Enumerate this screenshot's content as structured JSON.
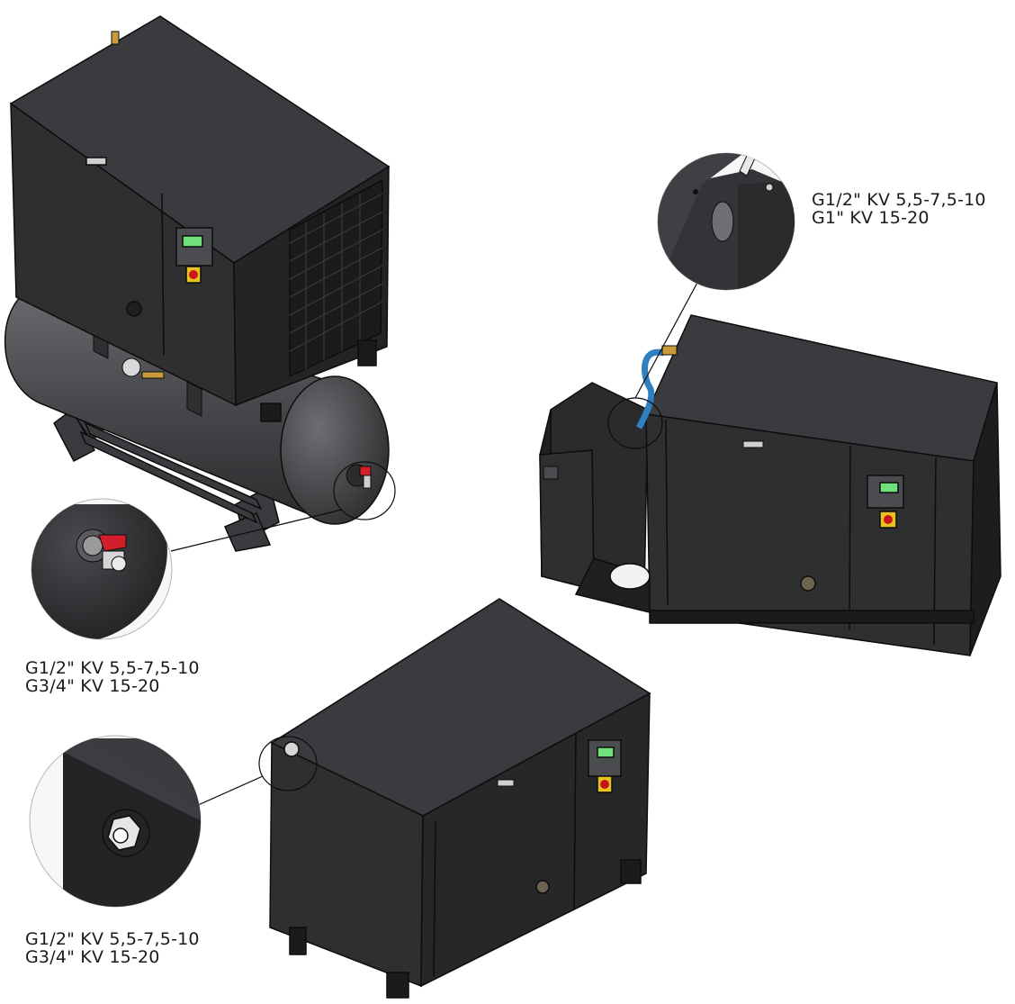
{
  "callouts": {
    "tank_mounted": {
      "line1": "G1/2\" KV 5,5-7,5-10",
      "line2": "G3/4\" KV 15-20"
    },
    "with_dryer": {
      "line1": "G1/2\" KV 5,5-7,5-10",
      "line2": "G1\" KV 15-20"
    },
    "floor_mounted": {
      "line1": "G1/2\" KV 5,5-7,5-10",
      "line2": "G3/4\" KV 15-20"
    }
  },
  "colors": {
    "body": "#2e2f31",
    "body_dark": "#1c1d1f",
    "body_light": "#3d3e41",
    "tank": "#4a4b4e",
    "outline": "#0d0d0d",
    "display_screen": "#6fe07a",
    "switch_yellow": "#e8c21c",
    "switch_red": "#c8161b",
    "valve_red": "#d41f2a",
    "hose_blue": "#2f7fc1",
    "brass": "#c89a3a"
  }
}
